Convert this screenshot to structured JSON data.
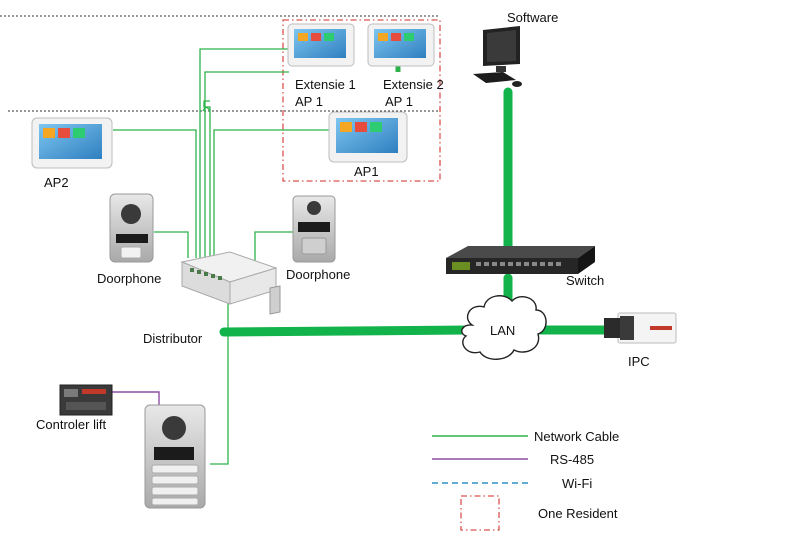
{
  "labels": {
    "software": "Software",
    "extensie1_line1": "Extensie 1",
    "extensie1_line2": "AP 1",
    "extensie2_line1": "Extensie 2",
    "extensie2_line2": "AP 1",
    "ap1": "AP1",
    "ap2": "AP2",
    "doorphone_left": "Doorphone",
    "doorphone_right": "Doorphone",
    "distributor": "Distributor",
    "switch": "Switch",
    "lan": "LAN",
    "ipc": "IPC",
    "controler_lift": "Controler lift"
  },
  "legend": {
    "items": [
      {
        "label": "Network Cable",
        "style": "network"
      },
      {
        "label": "RS-485",
        "style": "rs485"
      },
      {
        "label": "Wi-Fi",
        "style": "wifi"
      },
      {
        "label": "One Resident",
        "style": "resident"
      }
    ]
  },
  "colors": {
    "network_cable": "#2db34a",
    "backbone": "#12b34a",
    "rs485": "#8e4fa3",
    "wifi": "#2e8fc4",
    "resident_border": "#d9534f"
  }
}
